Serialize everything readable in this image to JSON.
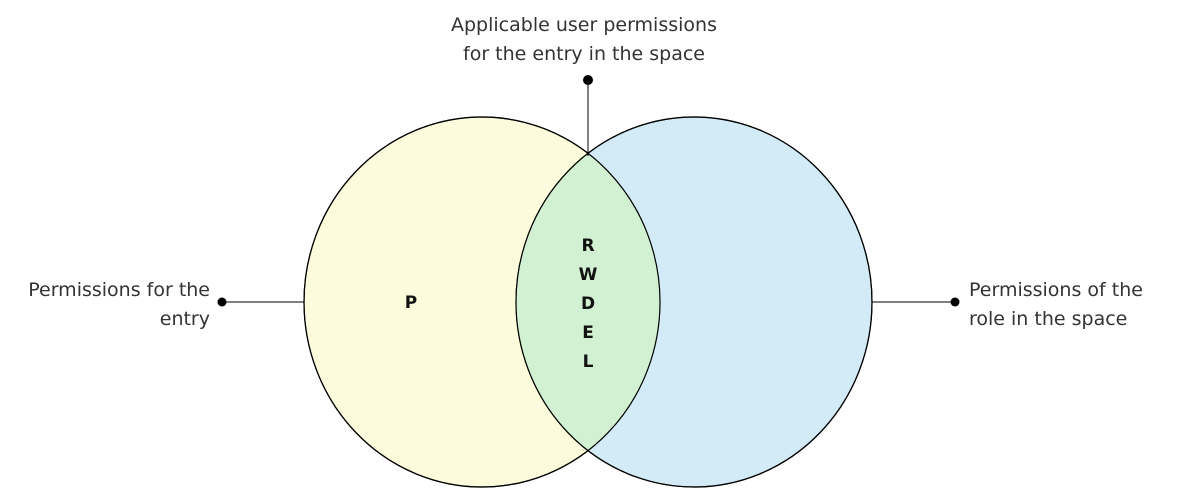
{
  "diagram": {
    "top_label": {
      "line1": "Applicable user permissions",
      "line2": "for the entry in the space"
    },
    "left_label": {
      "line1": "Permissions for the",
      "line2": "entry"
    },
    "right_label": {
      "line1": "Permissions of the",
      "line2": "role in the space"
    },
    "left_circle": {
      "fill": "#fcfcdc",
      "items": [
        "P"
      ]
    },
    "right_circle": {
      "fill": "#d2ebf7"
    },
    "intersection": {
      "fill": "#d2f0d2",
      "items": [
        "R",
        "W",
        "D",
        "E",
        "L"
      ]
    },
    "stroke_color": "#000000"
  }
}
